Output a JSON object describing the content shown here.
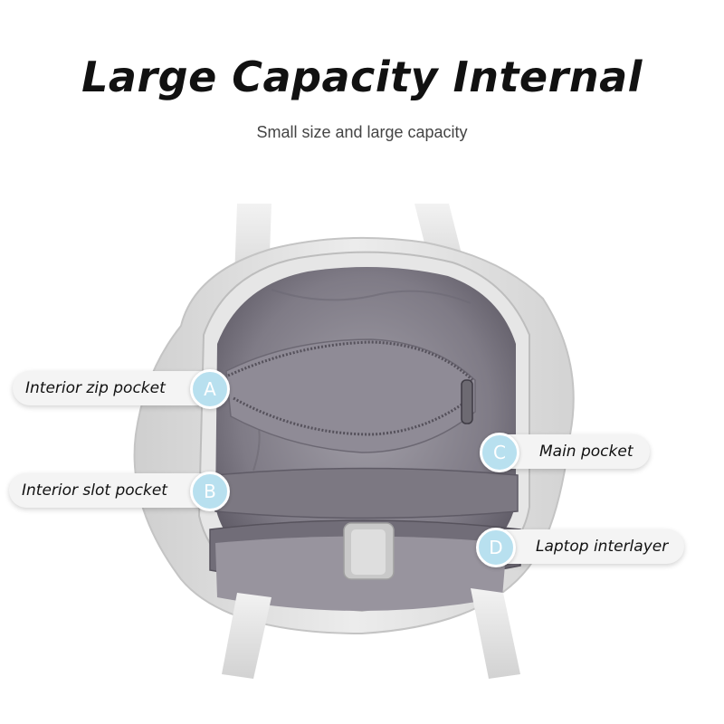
{
  "header": {
    "title": "Large Capacity Internal",
    "subtitle": "Small size and large capacity"
  },
  "callouts": [
    {
      "letter": "A",
      "label": "Interior zip pocket"
    },
    {
      "letter": "B",
      "label": "Interior slot pocket"
    },
    {
      "letter": "C",
      "label": "Main pocket"
    },
    {
      "letter": "D",
      "label": "Laptop interlayer"
    }
  ],
  "colors": {
    "badge": "#b8e0ef",
    "lining": "#8a8690",
    "bag_shell": "#dcdcdc"
  }
}
